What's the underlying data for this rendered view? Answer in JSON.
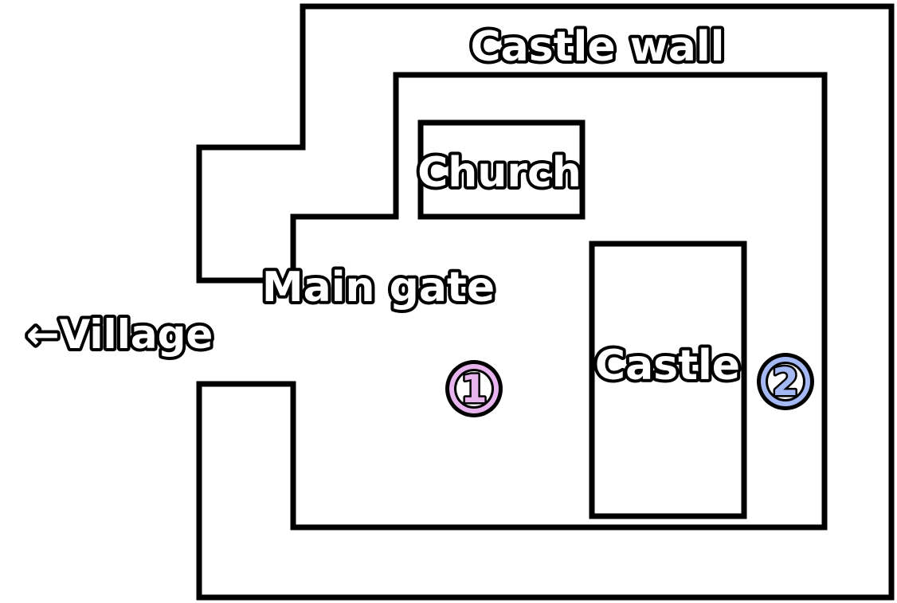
{
  "map": {
    "labels": {
      "castle_wall": "Castle wall",
      "church": "Church",
      "main_gate": "Main gate",
      "village": "←Village",
      "castle": "Castle"
    },
    "markers": [
      {
        "number": "1",
        "color": "#e8b4ee"
      },
      {
        "number": "2",
        "color": "#a4b8f4"
      }
    ],
    "colors": {
      "wall": "#000000",
      "background": "#ffffff",
      "label_fill": "#ffffff",
      "label_stroke": "#000000"
    }
  }
}
